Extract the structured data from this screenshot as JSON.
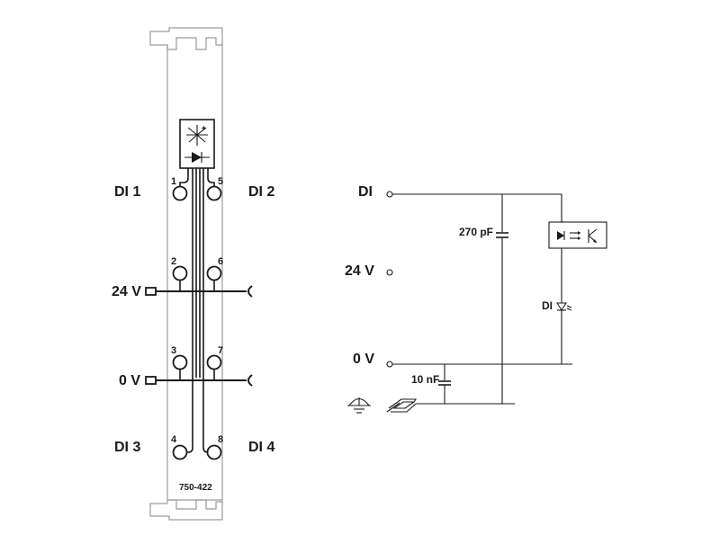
{
  "module": {
    "part_number": "750-422",
    "labels": {
      "di1": "DI 1",
      "di2": "DI 2",
      "di3": "DI 3",
      "di4": "DI 4",
      "v24": "24 V",
      "v0": "0 V"
    },
    "pins": [
      "1",
      "2",
      "3",
      "4",
      "5",
      "6",
      "7",
      "8"
    ]
  },
  "schematic": {
    "labels": {
      "di": "DI",
      "v24": "24 V",
      "v0": "0 V",
      "c1": "270 pF",
      "c2": "10 nF",
      "led": "DI"
    }
  }
}
